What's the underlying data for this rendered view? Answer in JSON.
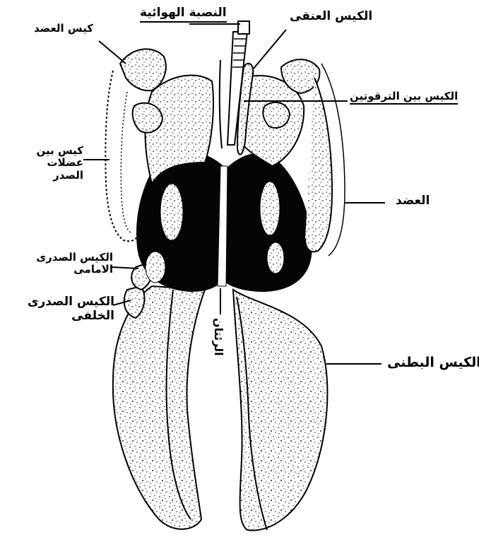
{
  "labels": {
    "trachea": "النصبة الهوائية",
    "cervical_sac": "الكيس العنقى",
    "humeral_sac": "كيس العضد",
    "interclavicular_sac": "الكيس بين الترقوتين",
    "intermuscular_sac_line1": "كيس بين عضلات",
    "intermuscular_sac_line2": "الصدر",
    "humerus": "العضد",
    "anterior_thoracic_line1": "الكيس الصدرى",
    "anterior_thoracic_line2": "الامامى",
    "posterior_thoracic_line1": "الكيس الصدرى",
    "posterior_thoracic_line2": "الخلفى",
    "abdominal_sac": "الكيس البطنى",
    "lungs": "الرئتان"
  },
  "colors": {
    "ink": "#000000",
    "paper": "#ffffff",
    "stipple": "#2a2a2a"
  }
}
